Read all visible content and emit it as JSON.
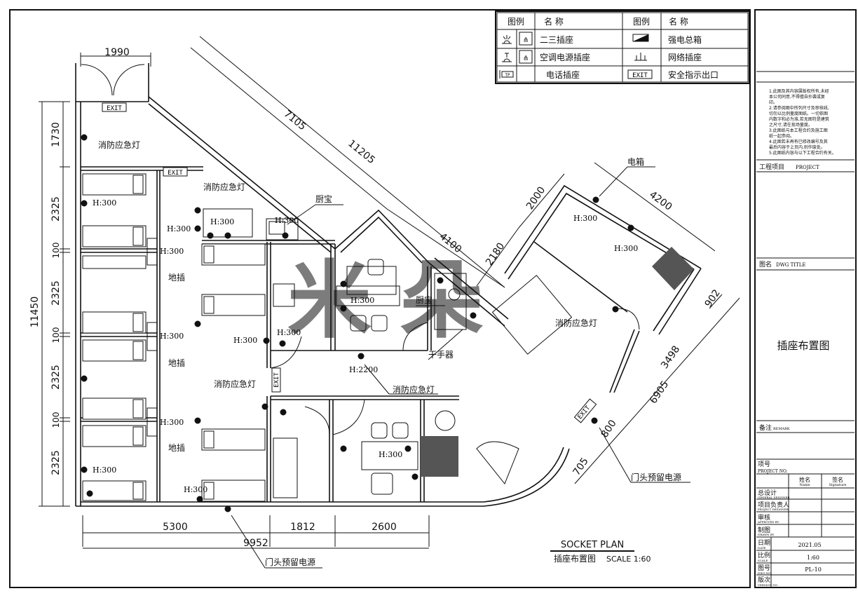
{
  "legend": {
    "headers": [
      "图例",
      "名 称",
      "图例",
      "名 称"
    ],
    "items_left": [
      "二三插座",
      "空调电源插座",
      "电话插座"
    ],
    "items_right": [
      "强电总箱",
      "网络插座",
      "安全指示出口"
    ]
  },
  "title_block": {
    "notes": [
      "1.此图及其内容属版权所有,未经",
      "本公司同意,不得擅自抄袭或复",
      "印。",
      "2.请参阅图中所列尺寸及审核线,",
      "切勿以比例量度图纸。一切依图",
      "内数字和必为准,若无图符是建筑",
      "之尺寸,请在现场量度。",
      "3.此图纸与本工程合约及施工图",
      "纸一起参阅。",
      "4.此图若未再有已修改编号及其",
      "最后内容于上页内,则作废处。",
      "5.此图纸内容与以下工程合约有关。"
    ],
    "project_label": "工程项目",
    "project_label_en": "PROJECT",
    "drawing_title_label": "图名",
    "drawing_title_label_en": "DWG TITLE",
    "drawing_title": "插座布置图",
    "remark_label": "备注",
    "remark_label_en": "REMARK",
    "project_no_label": "项号",
    "project_no_label_en": "PROJECT NO.",
    "name_col": "姓名",
    "name_col_en": "Name",
    "sign_col": "签名",
    "sign_col_en": "Signature",
    "roles": [
      {
        "cn": "总设计",
        "en": "GENERAL DESIGNER"
      },
      {
        "cn": "项目负责人",
        "en": "PROJECT DESIGNER"
      },
      {
        "cn": "审核",
        "en": "APPROVED BY"
      },
      {
        "cn": "制图",
        "en": "DRAWN BY"
      }
    ],
    "date_label": "日期",
    "date_label_en": "DATE",
    "date_value": "2021.05",
    "scale_label": "比例",
    "scale_label_en": "SCALE",
    "scale_value": "1:60",
    "dwg_no_label": "图号",
    "dwg_no_label_en": "DWG NO.",
    "dwg_no_value": "PL-10",
    "version_label": "版次",
    "version_label_en": "VERSION NO."
  },
  "plan": {
    "title_en": "SOCKET PLAN",
    "title_cn": "插座布置图",
    "scale": "SCALE 1:60",
    "watermark": "米朵",
    "dimensions": {
      "d1990": "1990",
      "d1730": "1730",
      "d2325a": "2325",
      "d100a": "100",
      "d2325b": "2325",
      "d100b": "100",
      "d2325c": "2325",
      "d100c": "100",
      "d2325d": "2325",
      "d11450": "11450",
      "d7105": "7105",
      "d11205": "11205",
      "d4100": "4100",
      "d2000": "2000",
      "d2180": "2180",
      "d4200": "4200",
      "d902": "902",
      "d3498": "3498",
      "d6905": "6905",
      "d800": "800",
      "d705": "705",
      "d5300": "5300",
      "d1812": "1812",
      "d2600": "2600",
      "d9952": "9952"
    },
    "labels": {
      "emergency_light": "消防应急灯",
      "floor_socket": "地插",
      "kitchen": "厨宝",
      "dryer": "干手器",
      "elec_box": "电箱",
      "door_power": "门头预留电源",
      "exit": "EXIT",
      "h300": "H:300",
      "h2200": "H:2200"
    }
  }
}
